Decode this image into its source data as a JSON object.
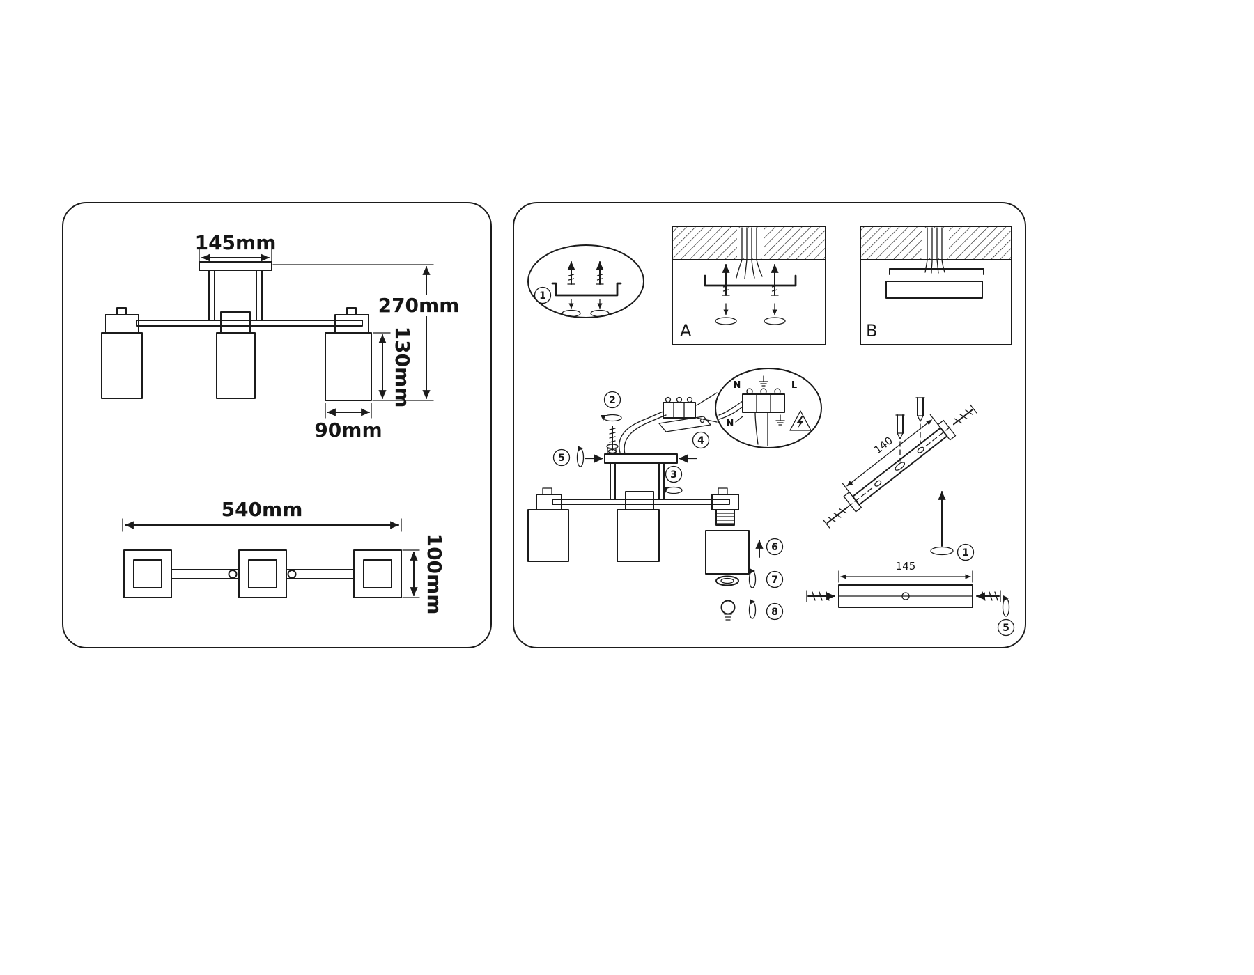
{
  "left_panel": {
    "front_view": {
      "width": "145mm",
      "height": "270mm",
      "shade_height": "130mm",
      "shade_width": "90mm"
    },
    "plan_view": {
      "length": "540mm",
      "depth": "100mm"
    }
  },
  "right_panel": {
    "steps": {
      "s1": "1",
      "s2": "2",
      "s3": "3",
      "s4": "4",
      "s5": "5",
      "s6": "6",
      "s7": "7",
      "s8": "8"
    },
    "options": {
      "a": "A",
      "b": "B"
    },
    "wiring": {
      "neutral": "N",
      "line": "L",
      "neutral_wire": "N"
    },
    "bracket_3d": {
      "length": "140",
      "step": "1"
    },
    "bracket_front": {
      "width": "145",
      "step": "5"
    }
  }
}
